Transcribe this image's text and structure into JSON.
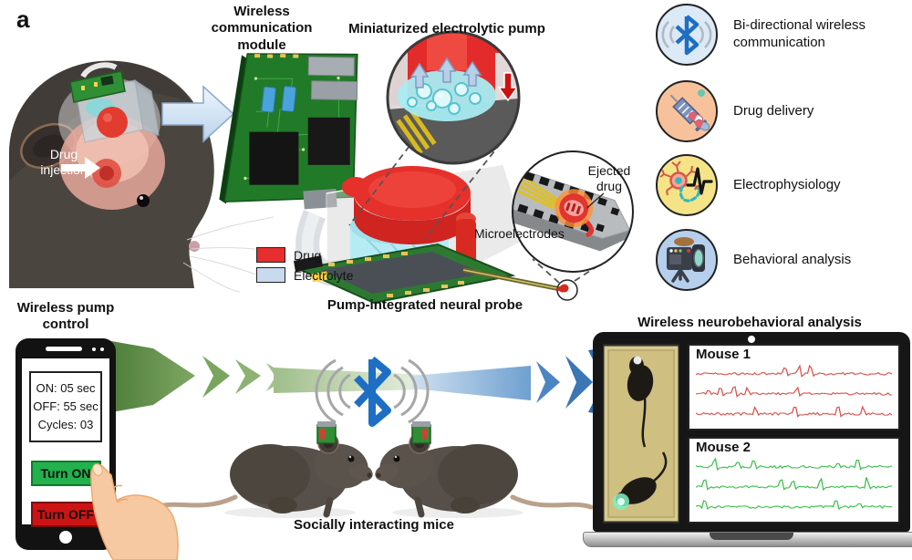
{
  "panel_label": "a",
  "top_left": {
    "drug_injection_label": "Drug injection"
  },
  "module": {
    "title": "Wireless communication module"
  },
  "pump": {
    "title": "Miniaturized electrolytic pump"
  },
  "probe": {
    "title": "Pump-integrated neural probe",
    "ejected_drug_label": "Ejected drug",
    "microelectrodes_label": "Microelectrodes"
  },
  "legend": {
    "items": [
      {
        "label": "Drug",
        "color": "#e62e2e"
      },
      {
        "label": "Electrolyte",
        "color": "#c9d9ee"
      }
    ]
  },
  "features": {
    "items": [
      {
        "icon": "bluetooth-icon",
        "label": "Bi-directional wireless communication",
        "bg": "#dce9f6"
      },
      {
        "icon": "syringe-icon",
        "label": "Drug delivery",
        "bg": "#f7c29b"
      },
      {
        "icon": "neuron-icon",
        "label": "Electrophysiology",
        "bg": "#f4e487"
      },
      {
        "icon": "camera-icon",
        "label": "Behavioral analysis",
        "bg": "#b5cfec"
      }
    ]
  },
  "phone": {
    "title": "Wireless pump control",
    "settings": {
      "on": "ON: 05 sec",
      "off": "OFF: 55 sec",
      "cycles": "Cycles: 03"
    },
    "turn_on_label": "Turn ON",
    "turn_off_label": "Turn OFF",
    "turn_on_color": "#22b14c",
    "turn_off_color": "#cc1414"
  },
  "mice": {
    "caption": "Socially interacting mice"
  },
  "laptop": {
    "title": "Wireless neurobehavioral analysis",
    "panels": [
      {
        "label": "Mouse 1",
        "trace_color": "#d9534f",
        "trace_count": 3
      },
      {
        "label": "Mouse 2",
        "trace_color": "#3fbf4f",
        "trace_count": 3
      }
    ]
  },
  "colors": {
    "bluetooth_blue": "#1d6fc2",
    "arrow_green_dark": "#4e7e3b",
    "arrow_green_light": "#e9f2e2",
    "arrow_blue_dark": "#2f6cb0",
    "arrow_blue_light": "#cfe0f0",
    "drug_red": "#e62e2e",
    "electrolyte_cyan": "#9fe0ea",
    "pcb_green": "#217a27"
  }
}
